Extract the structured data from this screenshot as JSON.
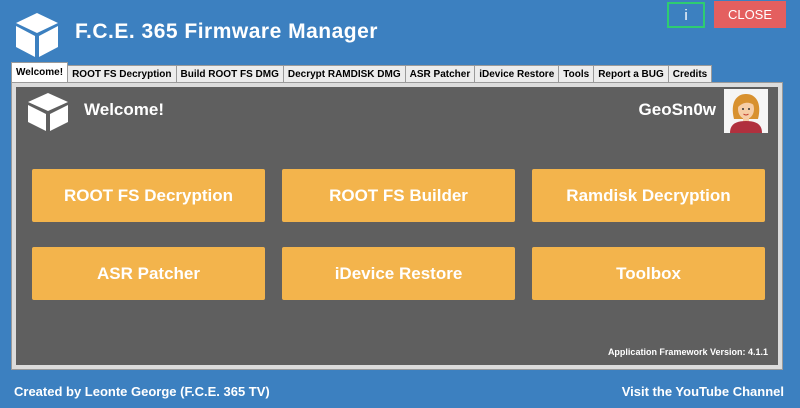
{
  "window": {
    "title": "F.C.E. 365 Firmware Manager",
    "info_label": "i",
    "close_label": "CLOSE",
    "background_color": "#3c80c0",
    "close_color": "#e45f5f",
    "info_border_color": "#2ecc71"
  },
  "tabs": [
    {
      "label": "Welcome!",
      "active": true
    },
    {
      "label": "ROOT FS Decryption"
    },
    {
      "label": "Build ROOT FS DMG"
    },
    {
      "label": "Decrypt RAMDISK DMG"
    },
    {
      "label": "ASR Patcher"
    },
    {
      "label": "iDevice Restore"
    },
    {
      "label": "Tools"
    },
    {
      "label": "Report a BUG"
    },
    {
      "label": "Credits"
    }
  ],
  "welcome": {
    "heading": "Welcome!",
    "username": "GeoSn0w",
    "avatar_icon": "female-avatar-icon",
    "logo_icon": "cube-icon",
    "panel_color": "#5f5f5f",
    "button_color": "#f3b44c",
    "buttons": [
      {
        "label": "ROOT FS Decryption"
      },
      {
        "label": "ROOT FS Builder"
      },
      {
        "label": "Ramdisk Decryption"
      },
      {
        "label": "ASR Patcher"
      },
      {
        "label": "iDevice Restore"
      },
      {
        "label": "Toolbox"
      }
    ],
    "version_text": "Application Framework Version: 4.1.1"
  },
  "footer": {
    "credit": "Created by Leonte George (F.C.E. 365 TV)",
    "link": "Visit the YouTube Channel"
  }
}
